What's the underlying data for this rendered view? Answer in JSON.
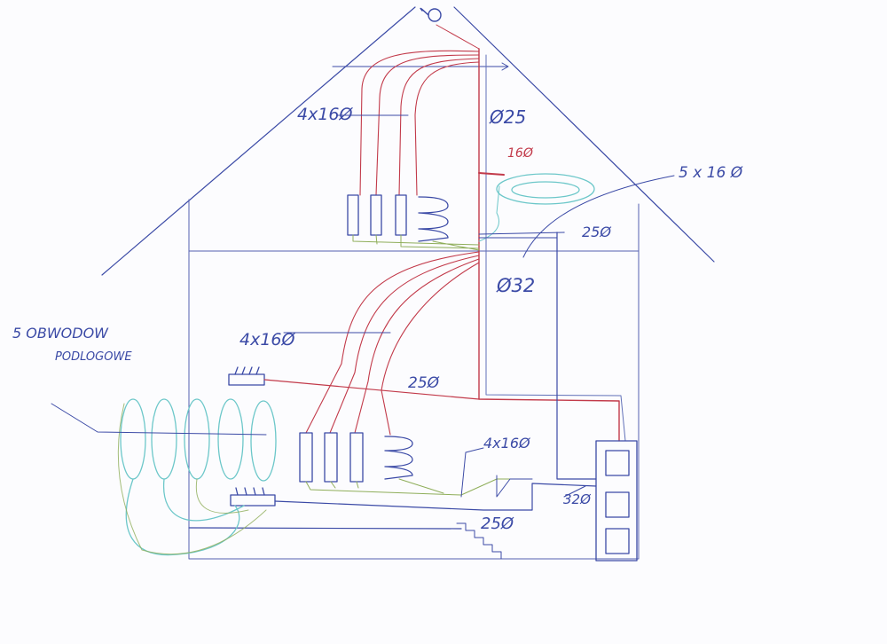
{
  "labels": {
    "attic_manifold_pipes": "4x16Ø",
    "attic_riser": "Ø25",
    "attic_coil_pipe": "16Ø",
    "attic_five_circuits": "5 x 16 Ø",
    "attic_return": "25Ø",
    "main_riser": "Ø32",
    "floor_circuits_line1": "5 OBWODOW",
    "floor_circuits_line2": "PODLOGOWE",
    "ground_manifold_pipes": "4x16Ø",
    "ground_supply": "25Ø",
    "ground_radiator_pipes": "4x16Ø",
    "boiler_pipe": "32Ø",
    "ground_return": "25Ø"
  },
  "colors": {
    "structure": "#3b4aa6",
    "supply": "#c23a4a",
    "return": "#8fae5a",
    "floor_heating": "#6cc7c9",
    "ink": "#3b4aa6"
  }
}
